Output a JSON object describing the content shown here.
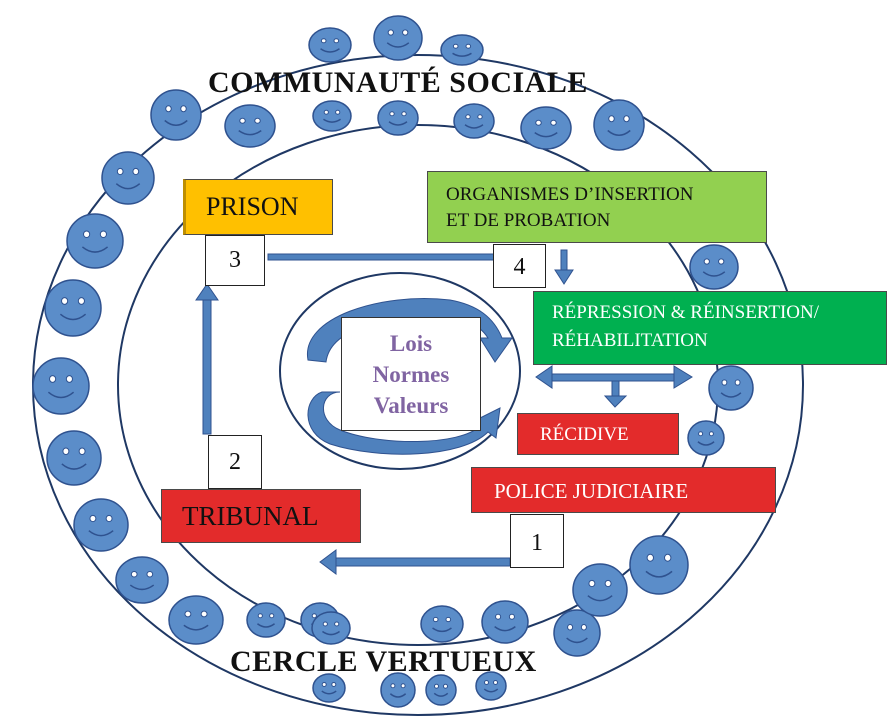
{
  "labels": {
    "top": "COMMUNAUTÉ SOCIALE",
    "bottom": "CERCLE VERTUEUX"
  },
  "center": [
    "Lois",
    "Normes",
    "Valeurs"
  ],
  "boxes": {
    "prison": "PRISON",
    "insertion_line1": "ORGANISMES D’INSERTION",
    "insertion_line2": "ET DE PROBATION",
    "repression_line1": "RÉPRESSION & RÉINSERTION/",
    "repression_line2": "RÉHABILITATION",
    "recidive": "RÉCIDIVE",
    "police": "POLICE JUDICIAIRE",
    "tribunal": "TRIBUNAL"
  },
  "steps": [
    "1",
    "2",
    "3",
    "4"
  ],
  "colors": {
    "ring": "#1f3864",
    "face": "#5b8dc9",
    "face_stroke": "#2f528f",
    "arrow": "#4f81bd",
    "prison": "#ffc000",
    "insertion": "#92d050",
    "repression": "#00b050",
    "red": "#e32b2b",
    "center_text": "#8064a2"
  }
}
